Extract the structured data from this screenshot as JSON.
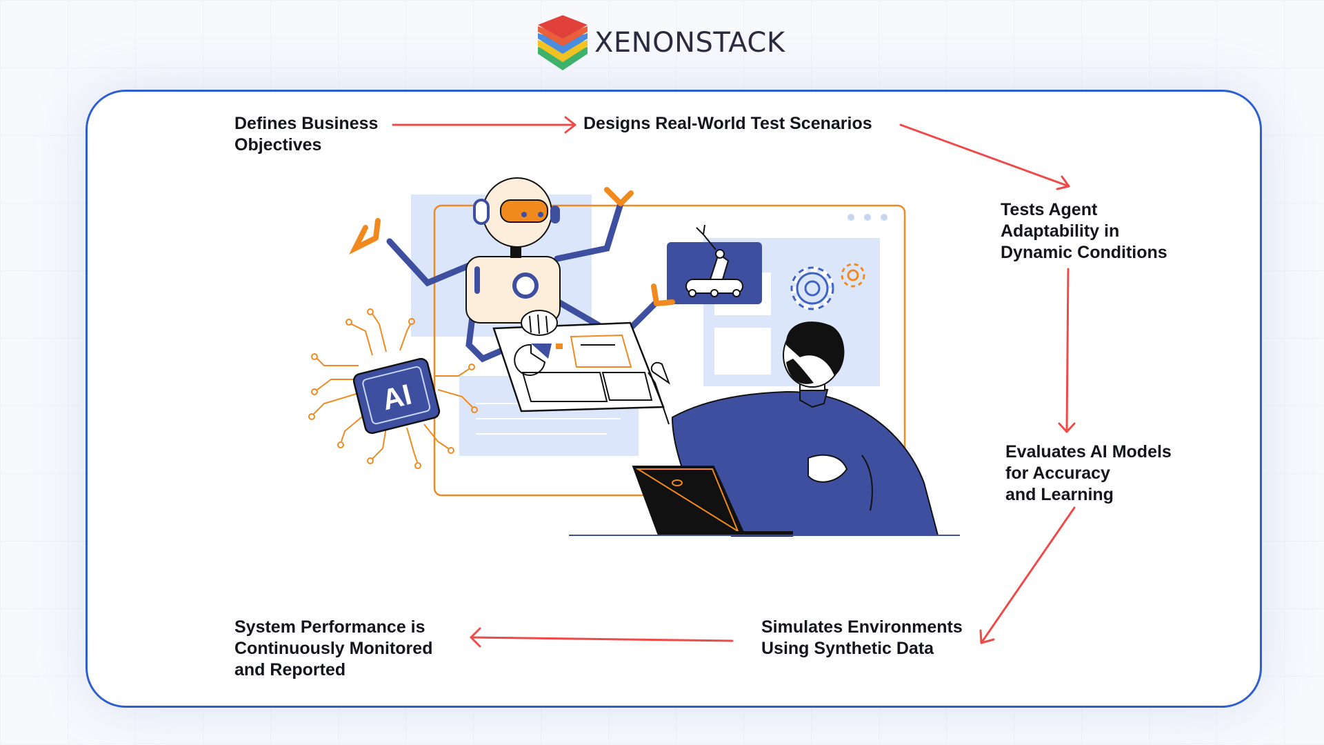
{
  "brand": {
    "name": "XENONSTACK"
  },
  "colors": {
    "frame": "#2f5fce",
    "arrow": "#ef4a4a",
    "illustration_blue": "#3f4fa0",
    "illustration_orange": "#f08a1e",
    "panel_light": "#dce6fa"
  },
  "steps": [
    {
      "id": "s1",
      "text": "Defines Business\nObjectives"
    },
    {
      "id": "s2",
      "text": "Designs Real-World Test Scenarios"
    },
    {
      "id": "s3",
      "text": "Tests Agent\nAdaptability in\nDynamic Conditions"
    },
    {
      "id": "s4",
      "text": "Evaluates AI Models\nfor Accuracy\nand Learning"
    },
    {
      "id": "s5",
      "text": "Simulates Environments\nUsing Synthetic Data"
    },
    {
      "id": "s6",
      "text": "System Performance is\nContinuously Monitored\nand Reported"
    }
  ],
  "illustration": {
    "chip_label": "AI",
    "icons": [
      "robot-icon",
      "robotic-arm-icon",
      "gears-icon",
      "ai-chip-icon",
      "person-icon",
      "laptop-icon"
    ]
  }
}
